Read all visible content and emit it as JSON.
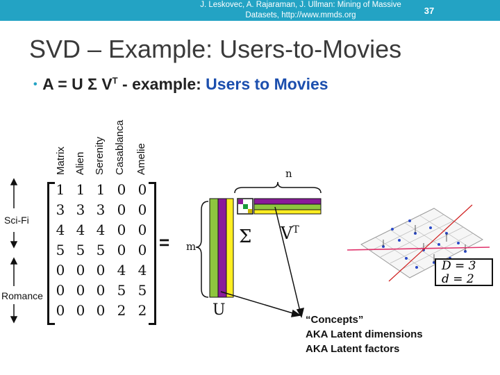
{
  "header": {
    "citation_line1": "J. Leskovec, A. Rajaraman, J. Ullman: Mining of Massive",
    "citation_line2": "Datasets, http://www.mmds.org",
    "slide_number": "37",
    "bar_color": "#23a3c4"
  },
  "title": "SVD – Example: Users-to-Movies",
  "bullet": {
    "prefix": "A = U Σ V",
    "sup": "T",
    "dash": " - example:",
    "rest": " Users to Movies"
  },
  "movies": [
    "Matrix",
    "Alien",
    "Serenity",
    "Casablanca",
    "Amelie"
  ],
  "matrix": [
    [
      "1",
      "1",
      "1",
      "0",
      "0"
    ],
    [
      "3",
      "3",
      "3",
      "0",
      "0"
    ],
    [
      "4",
      "4",
      "4",
      "0",
      "0"
    ],
    [
      "5",
      "5",
      "5",
      "0",
      "0"
    ],
    [
      "0",
      "0",
      "0",
      "4",
      "4"
    ],
    [
      "0",
      "0",
      "0",
      "5",
      "5"
    ],
    [
      "0",
      "0",
      "0",
      "2",
      "2"
    ]
  ],
  "row_groups": {
    "scifi": "Sci-Fi",
    "romance": "Romance"
  },
  "diagram": {
    "equals": "=",
    "m_label": "m",
    "n_label": "n",
    "sigma_label": "Σ",
    "vt_label": "V",
    "vt_sup": "T",
    "u_label": "U",
    "d_box_line1": "D = 3",
    "d_box_line2": "d = 2",
    "colors": {
      "purple": "#8a1a9a",
      "green": "#8ec63f",
      "yellow": "#ffee22"
    }
  },
  "concepts": {
    "line1": "“Concepts”",
    "line2": "AKA Latent dimensions",
    "line3": "AKA Latent factors"
  }
}
